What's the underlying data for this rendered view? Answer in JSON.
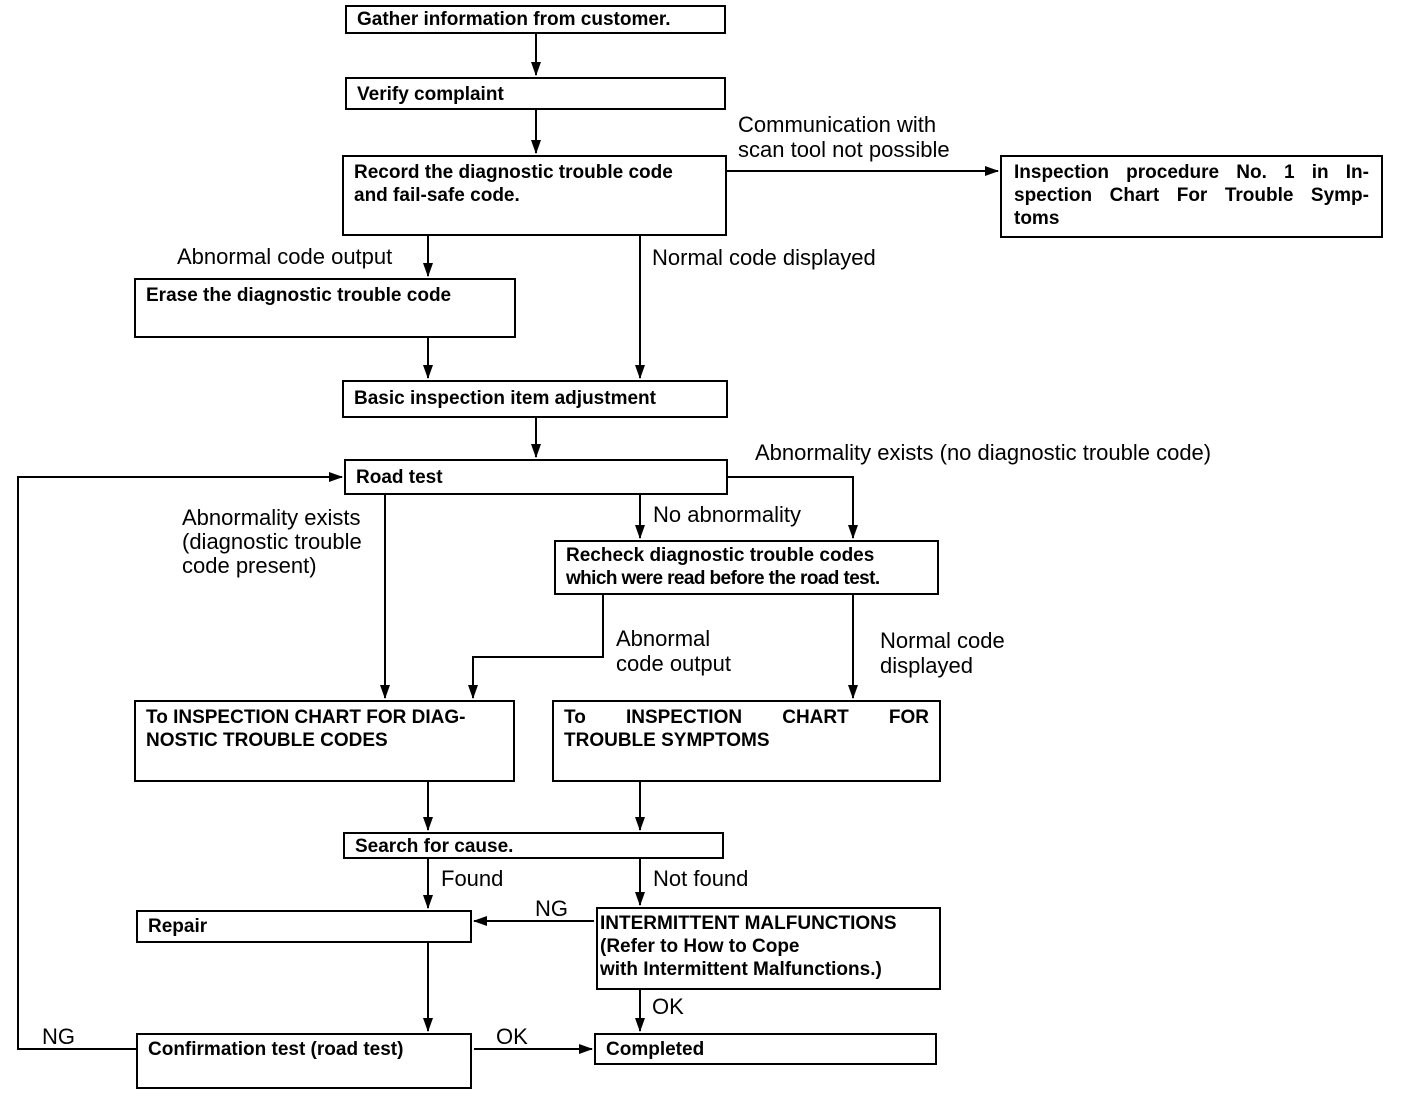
{
  "boxes": {
    "gather": "Gather information from customer.",
    "verify": "Verify complaint",
    "record": [
      "Record the diagnostic trouble code",
      "and fail-safe code."
    ],
    "inspection_no1": [
      "Inspection procedure No. 1 in In-",
      "spection Chart For Trouble Symp-",
      "toms"
    ],
    "erase": "Erase the diagnostic trouble code",
    "basic": "Basic inspection item adjustment",
    "road_test": "Road test",
    "recheck": [
      "Recheck diagnostic trouble codes",
      "which were read before the road test."
    ],
    "chart_dtc": [
      "To INSPECTION CHART FOR DIAG-",
      "NOSTIC TROUBLE CODES"
    ],
    "chart_symptoms": [
      "To INSPECTION CHART FOR",
      "TROUBLE SYMPTOMS"
    ],
    "search": "Search for cause.",
    "repair": "Repair",
    "intermittent": [
      "INTERMITTENT MALFUNCTIONS",
      "(Refer to How to Cope",
      "with Intermittent Malfunctions.)"
    ],
    "confirmation": "Confirmation test (road test)",
    "completed": "Completed"
  },
  "labels": {
    "comm_fail": [
      "Communication with",
      "scan tool not possible"
    ],
    "abnormal_output_1": "Abnormal code output",
    "normal_displayed_1": "Normal code displayed",
    "abnormality_no_dtc": "Abnormality exists (no diagnostic trouble code)",
    "abnormality_dtc": [
      "Abnormality exists",
      "(diagnostic trouble",
      "code present)"
    ],
    "no_abnormality": "No abnormality",
    "abnormal_output_2": [
      "Abnormal",
      "code output"
    ],
    "normal_displayed_2": [
      "Normal code",
      "displayed"
    ],
    "found": "Found",
    "not_found": "Not found",
    "ng_repair": "NG",
    "ok_intermittent": "OK",
    "ng_confirm": "NG",
    "ok_confirm": "OK"
  }
}
